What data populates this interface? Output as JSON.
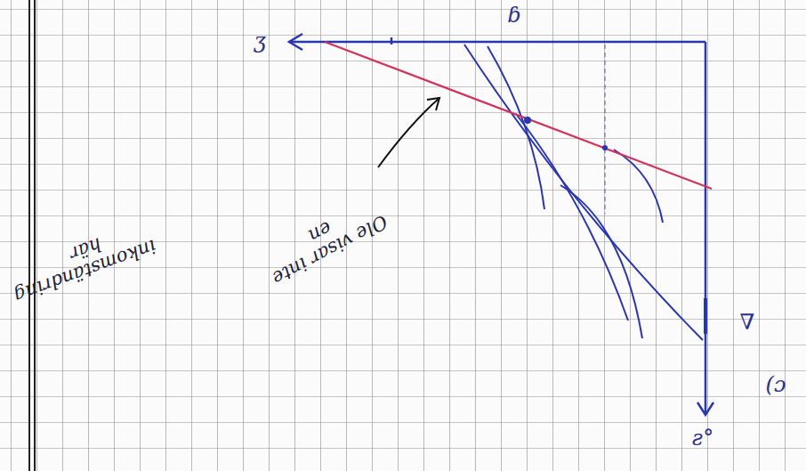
{
  "diagram": {
    "labels": [
      "Ole visar inte en",
      "inkomständring här",
      "ʒ",
      "ɓ",
      "∇",
      "ƨ°",
      "(ɔ"
    ]
  }
}
